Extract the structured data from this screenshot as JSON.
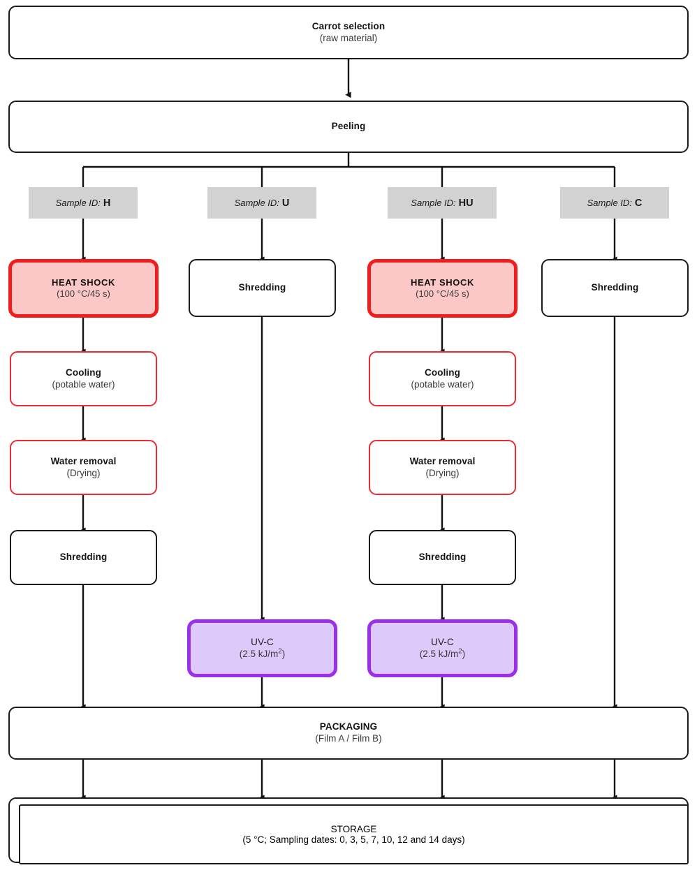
{
  "diagram": {
    "title": "Carrot processing flow diagram",
    "colors": {
      "heat_border": "#f11c1c",
      "heat_fill": "#fcc7c7",
      "red_thin_border": "#ee2b34",
      "uvc_border": "#9b30e8",
      "uvc_fill": "#ddcafa",
      "chip_fill": "#d2d2d2",
      "line": "#1b1b1b"
    }
  },
  "nodes": {
    "carrot_selection": {
      "line1": "Carrot selection",
      "line2": "(raw material)"
    },
    "peeling": {
      "line1": "Peeling",
      "line2": ""
    },
    "heat_shock": {
      "line1": "HEAT SHOCK",
      "line2": "(100 °C/45 s)"
    },
    "cooling": {
      "line1": "Cooling",
      "line2": "(potable water)"
    },
    "water_removal": {
      "line1": "Water removal",
      "line2": "(Drying)"
    },
    "shredding": {
      "line1": "Shredding",
      "line2": ""
    },
    "uvc": {
      "line1": "UV-C",
      "line2_prefix": "(2.5 kJ/m",
      "line2_sup": "2",
      "line2_suffix": ")"
    },
    "packaging": {
      "line1": "PACKAGING",
      "line2": "(Film A / Film B)"
    },
    "storage": {
      "line1": "STORAGE",
      "line2": "(5 °C; Sampling dates: 0, 3, 5, 7, 10, 12 and 14 days)"
    }
  },
  "sample_ids": {
    "label": "Sample ID:",
    "codes": [
      {
        "code": "H"
      },
      {
        "code": "U"
      },
      {
        "code": "HU"
      },
      {
        "code": "C"
      }
    ]
  },
  "columns": [
    {
      "id": "H",
      "steps": [
        "heat_shock",
        "cooling",
        "water_removal",
        "shredding"
      ]
    },
    {
      "id": "U",
      "steps": [
        "shredding",
        "uvc"
      ]
    },
    {
      "id": "HU",
      "steps": [
        "heat_shock",
        "cooling",
        "water_removal",
        "shredding",
        "uvc"
      ]
    },
    {
      "id": "C",
      "steps": [
        "shredding"
      ]
    }
  ]
}
